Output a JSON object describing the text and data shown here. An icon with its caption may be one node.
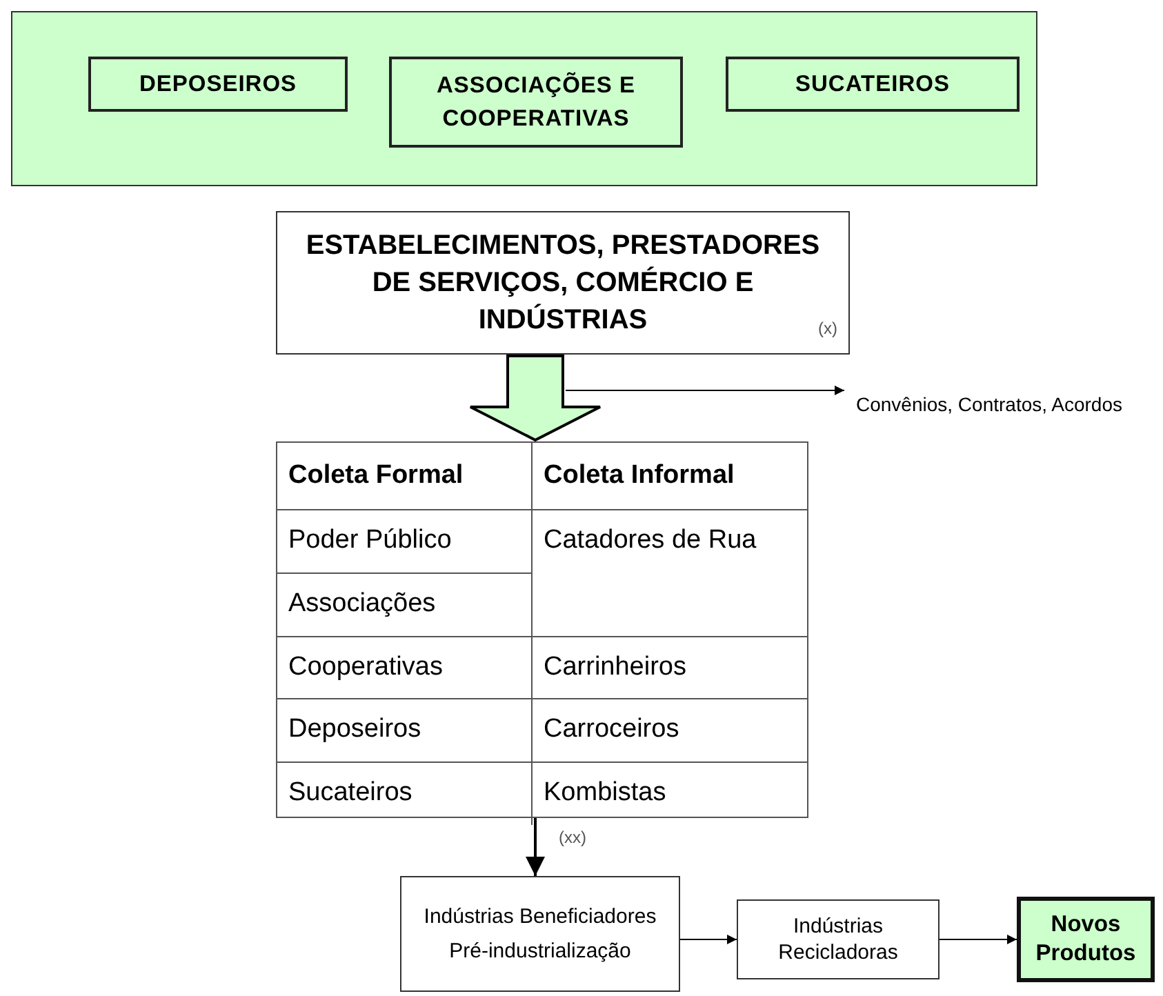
{
  "diagram": {
    "nodes": [
      {
        "text": [],
        "shape": "band"
      },
      {
        "text": [
          "DEPOSEIROS"
        ],
        "in": 0
      },
      {
        "text": [
          "ASSOCIAÇÕES E COOPERATIVAS"
        ],
        "in": 0
      },
      {
        "text": [
          "SUCATEIROS"
        ],
        "in": 0
      },
      {
        "text": [
          "ESTABELECIMENTOS, PRESTADORES DE SERVIÇOS, COMÉRCIO E INDÚSTRIAS",
          "(x)"
        ]
      },
      {
        "text": [
          "Convênios, Contratos, Acordos"
        ]
      },
      {
        "text": [
          "Coleta Formal",
          "Coleta Informal",
          "Poder Público",
          "Catadores de Rua",
          "Associações",
          "Cooperativas",
          "Carrinheiros",
          "Deposeiros",
          "Carroceiros",
          "Sucateiros",
          "Kombistas"
        ]
      },
      {
        "text": [
          "Indústrias Beneficiadores",
          "Pré-industrialização"
        ]
      },
      {
        "text": [
          "Indústrias Recicladoras"
        ]
      },
      {
        "text": [
          "Novos Produtos"
        ]
      }
    ],
    "edges": [
      {
        "from": 4,
        "to": 6,
        "arrow": "to",
        "style": "thick",
        "color": "#ccffcc"
      },
      {
        "from": null,
        "to": 5,
        "arrow": "to"
      },
      {
        "from": 6,
        "to": 7,
        "arrow": "to",
        "label": "(xx)"
      },
      {
        "from": 7,
        "to": 8,
        "arrow": "to"
      },
      {
        "from": 8,
        "to": 9,
        "arrow": "to"
      }
    ]
  }
}
